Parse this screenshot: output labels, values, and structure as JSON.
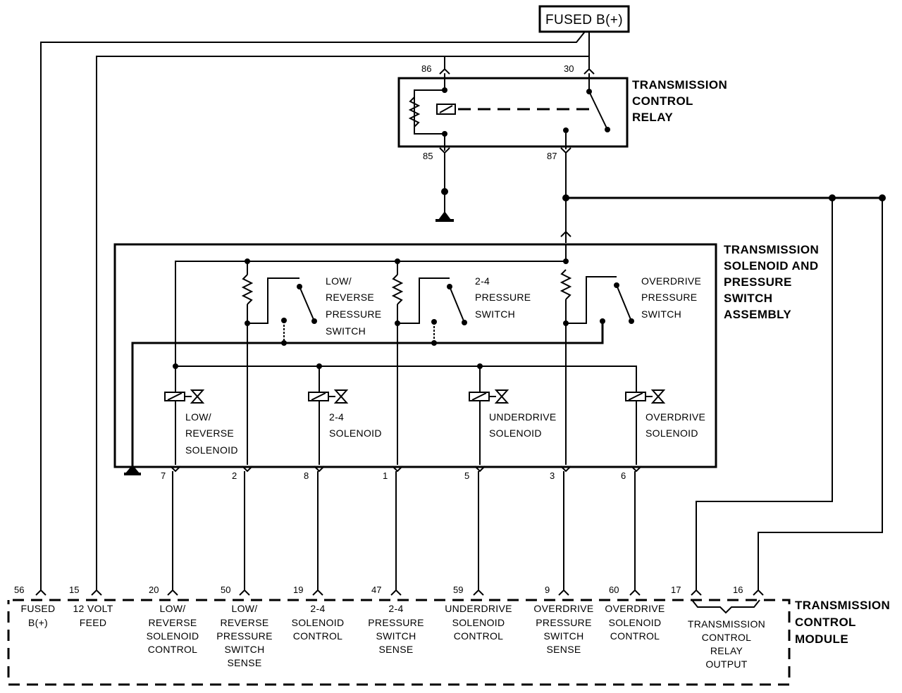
{
  "power": {
    "label": "FUSED B(+)"
  },
  "relay": {
    "title": [
      "TRANSMISSION",
      "CONTROL",
      "RELAY"
    ],
    "pins": {
      "p86_top": "86",
      "p30": "30",
      "p85": "85",
      "p87": "87"
    }
  },
  "assembly": {
    "title": [
      "TRANSMISSION",
      "SOLENOID AND",
      "PRESSURE",
      "SWITCH",
      "ASSEMBLY"
    ],
    "switches": [
      {
        "lines": [
          "LOW/",
          "REVERSE",
          "PRESSURE",
          "SWITCH"
        ]
      },
      {
        "lines": [
          "2-4",
          "PRESSURE",
          "SWITCH"
        ]
      },
      {
        "lines": [
          "OVERDRIVE",
          "PRESSURE",
          "SWITCH"
        ]
      }
    ],
    "solenoids": [
      {
        "lines": [
          "LOW/",
          "REVERSE",
          "SOLENOID"
        ]
      },
      {
        "lines": [
          "2-4",
          "SOLENOID"
        ]
      },
      {
        "lines": [
          "UNDERDRIVE",
          "SOLENOID"
        ]
      },
      {
        "lines": [
          "OVERDRIVE",
          "SOLENOID"
        ]
      }
    ],
    "pins": [
      "7",
      "2",
      "8",
      "1",
      "5",
      "3",
      "6"
    ]
  },
  "tcm": {
    "title": [
      "TRANSMISSION",
      "CONTROL",
      "MODULE"
    ],
    "pins": [
      "56",
      "15",
      "20",
      "50",
      "19",
      "47",
      "59",
      "9",
      "60",
      "17",
      "16"
    ],
    "labels": [
      [
        "FUSED",
        "B(+)"
      ],
      [
        "12 VOLT",
        "FEED"
      ],
      [
        "LOW/",
        "REVERSE",
        "SOLENOID",
        "CONTROL"
      ],
      [
        "LOW/",
        "REVERSE",
        "PRESSURE",
        "SWITCH",
        "SENSE"
      ],
      [
        "2-4",
        "SOLENOID",
        "CONTROL"
      ],
      [
        "2-4",
        "PRESSURE",
        "SWITCH",
        "SENSE"
      ],
      [
        "UNDERDRIVE",
        "SOLENOID",
        "CONTROL"
      ],
      [
        "OVERDRIVE",
        "PRESSURE",
        "SWITCH",
        "SENSE"
      ],
      [
        "OVERDRIVE",
        "SOLENOID",
        "CONTROL"
      ],
      [
        "TRANSMISSION",
        "CONTROL",
        "RELAY",
        "OUTPUT"
      ]
    ]
  }
}
